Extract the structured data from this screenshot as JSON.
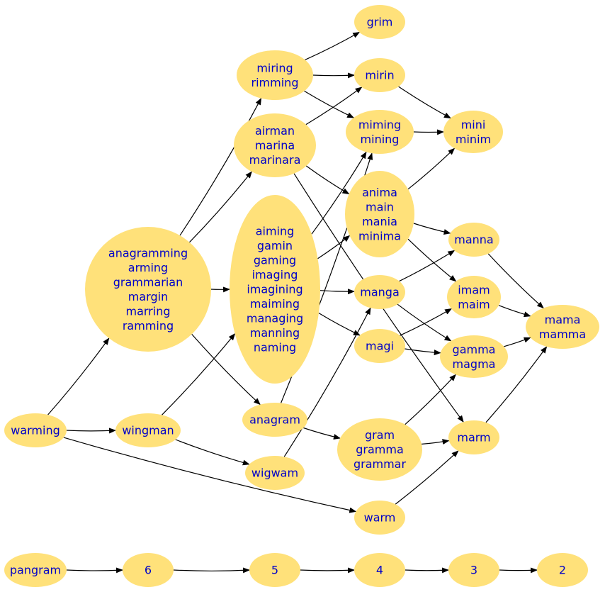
{
  "diagram": {
    "type": "directed-graph",
    "colors": {
      "node_fill": "#ffe17a",
      "label_text": "#0000c8",
      "edge": "#000000",
      "background": "#ffffff"
    },
    "nodes": [
      {
        "id": "grim",
        "lines": [
          "grim"
        ]
      },
      {
        "id": "miring",
        "lines": [
          "miring",
          "rimming"
        ]
      },
      {
        "id": "mirin",
        "lines": [
          "mirin"
        ]
      },
      {
        "id": "airman",
        "lines": [
          "airman",
          "marina",
          "marinara"
        ]
      },
      {
        "id": "miming",
        "lines": [
          "miming",
          "mining"
        ]
      },
      {
        "id": "mini",
        "lines": [
          "mini",
          "minim"
        ]
      },
      {
        "id": "anima",
        "lines": [
          "anima",
          "main",
          "mania",
          "minima"
        ]
      },
      {
        "id": "aiming",
        "lines": [
          "aiming",
          "gamin",
          "gaming",
          "imaging",
          "imagining",
          "maiming",
          "managing",
          "manning",
          "naming"
        ]
      },
      {
        "id": "anagramming",
        "lines": [
          "anagramming",
          "arming",
          "grammarian",
          "margin",
          "marring",
          "ramming"
        ]
      },
      {
        "id": "manna",
        "lines": [
          "manna"
        ]
      },
      {
        "id": "manga",
        "lines": [
          "manga"
        ]
      },
      {
        "id": "imam",
        "lines": [
          "imam",
          "maim"
        ]
      },
      {
        "id": "mama",
        "lines": [
          "mama",
          "mamma"
        ]
      },
      {
        "id": "magi",
        "lines": [
          "magi"
        ]
      },
      {
        "id": "gamma",
        "lines": [
          "gamma",
          "magma"
        ]
      },
      {
        "id": "anagram",
        "lines": [
          "anagram"
        ]
      },
      {
        "id": "warming",
        "lines": [
          "warming"
        ]
      },
      {
        "id": "wingman",
        "lines": [
          "wingman"
        ]
      },
      {
        "id": "gram",
        "lines": [
          "gram",
          "gramma",
          "grammar"
        ]
      },
      {
        "id": "marm",
        "lines": [
          "marm"
        ]
      },
      {
        "id": "wigwam",
        "lines": [
          "wigwam"
        ]
      },
      {
        "id": "warm",
        "lines": [
          "warm"
        ]
      },
      {
        "id": "pangram",
        "lines": [
          "pangram"
        ]
      },
      {
        "id": "n6",
        "lines": [
          "6"
        ]
      },
      {
        "id": "n5",
        "lines": [
          "5"
        ]
      },
      {
        "id": "n4",
        "lines": [
          "4"
        ]
      },
      {
        "id": "n3",
        "lines": [
          "3"
        ]
      },
      {
        "id": "n2",
        "lines": [
          "2"
        ]
      }
    ],
    "edges": [
      {
        "from": "miring",
        "to": "grim"
      },
      {
        "from": "miring",
        "to": "mirin"
      },
      {
        "from": "miring",
        "to": "miming"
      },
      {
        "from": "mirin",
        "to": "mini"
      },
      {
        "from": "airman",
        "to": "mirin"
      },
      {
        "from": "airman",
        "to": "anima"
      },
      {
        "from": "airman",
        "to": "marm"
      },
      {
        "from": "miming",
        "to": "mini"
      },
      {
        "from": "anima",
        "to": "mini"
      },
      {
        "from": "anima",
        "to": "manna"
      },
      {
        "from": "anima",
        "to": "imam"
      },
      {
        "from": "anagramming",
        "to": "miring"
      },
      {
        "from": "anagramming",
        "to": "airman"
      },
      {
        "from": "anagramming",
        "to": "aiming"
      },
      {
        "from": "anagramming",
        "to": "anagram"
      },
      {
        "from": "aiming",
        "to": "miming"
      },
      {
        "from": "aiming",
        "to": "anima"
      },
      {
        "from": "aiming",
        "to": "manga"
      },
      {
        "from": "aiming",
        "to": "magi"
      },
      {
        "from": "manna",
        "to": "mama"
      },
      {
        "from": "manga",
        "to": "manna"
      },
      {
        "from": "manga",
        "to": "gamma"
      },
      {
        "from": "imam",
        "to": "mama"
      },
      {
        "from": "magi",
        "to": "imam"
      },
      {
        "from": "magi",
        "to": "gamma"
      },
      {
        "from": "gamma",
        "to": "mama"
      },
      {
        "from": "anagram",
        "to": "miming"
      },
      {
        "from": "anagram",
        "to": "gram"
      },
      {
        "from": "warming",
        "to": "anagramming"
      },
      {
        "from": "warming",
        "to": "wingman"
      },
      {
        "from": "warming",
        "to": "warm"
      },
      {
        "from": "wingman",
        "to": "aiming"
      },
      {
        "from": "wingman",
        "to": "wigwam"
      },
      {
        "from": "wigwam",
        "to": "manga"
      },
      {
        "from": "gram",
        "to": "gamma"
      },
      {
        "from": "gram",
        "to": "marm"
      },
      {
        "from": "marm",
        "to": "mama"
      },
      {
        "from": "warm",
        "to": "marm"
      },
      {
        "from": "pangram",
        "to": "n6"
      },
      {
        "from": "n6",
        "to": "n5"
      },
      {
        "from": "n5",
        "to": "n4"
      },
      {
        "from": "n4",
        "to": "n3"
      },
      {
        "from": "n3",
        "to": "n2"
      }
    ]
  }
}
